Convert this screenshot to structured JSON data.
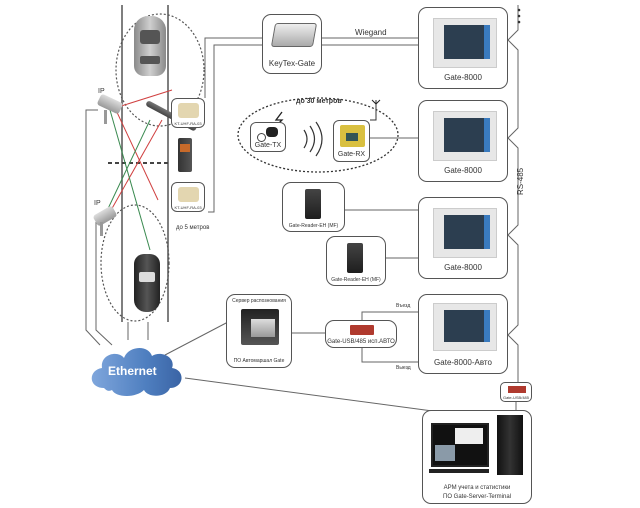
{
  "diagram": {
    "interfaces": {
      "wiegand": "Wiegand",
      "rs485": "RS-485",
      "ethernet": "Ethernet"
    },
    "ranges": {
      "radio": "до 30 метров",
      "uhf": "до 5 метров"
    },
    "cameras": [
      {
        "label": "IP"
      },
      {
        "label": "IP"
      }
    ],
    "uhf_readers": [
      {
        "label": "KT-UHF-RA-03"
      },
      {
        "label": "KT-UHF-RA-03"
      }
    ],
    "devices": {
      "keytex_gate": "KeyTex-Gate",
      "gate_tx": "Gate-TX",
      "gate_rx": "Gate-RX",
      "reader1": "Gate-Reader-EH (MF)",
      "reader2": "Gate-Reader-EH (MF)",
      "server_title": "Сервер распознования",
      "server_caption": "ПО Автомаршал Gate",
      "usb485_avto": "Gate-USB/485 исп.АВТО",
      "usb485": "Gate-USB/485",
      "workstation_line1": "АРМ учета и статистики",
      "workstation_line2": "ПО Gate-Server-Terminal",
      "entry": "Въезд",
      "exit": "Выезд"
    },
    "controllers": [
      {
        "label": "Gate-8000"
      },
      {
        "label": "Gate-8000"
      },
      {
        "label": "Gate-8000"
      },
      {
        "label": "Gate-8000-Авто"
      }
    ],
    "colors": {
      "cloud": "#4f7fc0",
      "line": "#666666",
      "board": "#2c3e50",
      "board_blue": "#3a7bbf",
      "red_board": "#b03a2e"
    }
  }
}
